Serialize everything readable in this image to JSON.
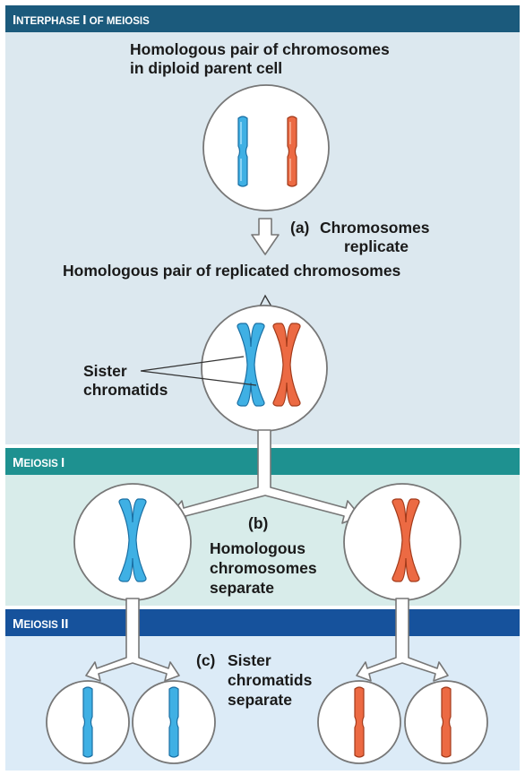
{
  "sections": {
    "interphase": {
      "lead": "I",
      "small": "NTERPHASE ",
      "lead2": "I",
      "small2": " OF MEIOSIS",
      "color": "#1b5a7c",
      "bg": "#dce8ef"
    },
    "meiosis1": {
      "lead": "M",
      "small": "EIOSIS ",
      "lead2": "I",
      "color": "#1e9190",
      "bg": "#d8ecea"
    },
    "meiosis2": {
      "lead": "M",
      "small": "EIOSIS ",
      "lead2": "II",
      "color": "#16529c",
      "bg": "#dcebf7"
    }
  },
  "labels": {
    "parent_line1": "Homologous pair of chromosomes",
    "parent_line2": "in diploid parent cell",
    "step_a_marker": "(a)",
    "step_a_line1": "Chromosomes",
    "step_a_line2": "replicate",
    "replicated_pair": "Homologous pair of replicated chromosomes",
    "sister_line1": "Sister",
    "sister_line2": "chromatids",
    "step_b_marker": "(b)",
    "step_b_line1": "Homologous",
    "step_b_line2": "chromosomes",
    "step_b_line3": "separate",
    "step_c_marker": "(c)",
    "step_c_line1": "Sister",
    "step_c_line2": "chromatids",
    "step_c_line3": "separate"
  },
  "colors": {
    "maternal_chromosome": "#3fb0e4",
    "paternal_chromosome": "#ec6a43"
  }
}
